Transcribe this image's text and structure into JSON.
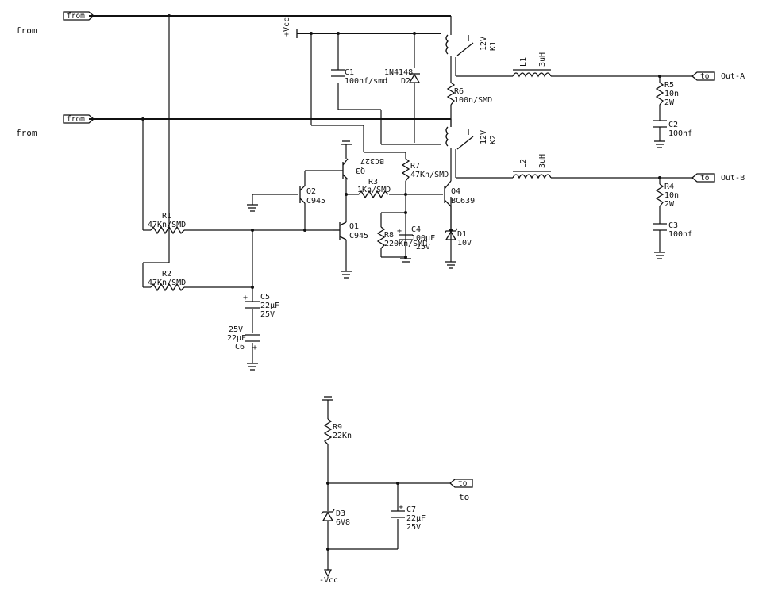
{
  "side_labels": {
    "from_a": "from",
    "from_b": "from",
    "to_bottom": "to"
  },
  "flags": {
    "from_1": "from",
    "from_2": "from",
    "to_a": "to",
    "to_b": "to",
    "to_c": "to"
  },
  "rails": {
    "vcc": "+Vcc",
    "neg_vcc": "-Vcc"
  },
  "outputs": {
    "a": "Out-A",
    "b": "Out-B"
  },
  "components": {
    "k1": {
      "ref": "K1",
      "value": "12V"
    },
    "k2": {
      "ref": "K2",
      "value": "12V"
    },
    "l1": {
      "ref": "L1",
      "value": "3uH"
    },
    "l2": {
      "ref": "L2",
      "value": "3uH"
    },
    "r1": {
      "ref": "R1",
      "value": "47Kn/SMD"
    },
    "r2": {
      "ref": "R2",
      "value": "47Kn/SMD"
    },
    "r3": {
      "ref": "R3",
      "value": "1Kn/SMD"
    },
    "r4": {
      "ref": "R4",
      "value": "10n",
      "power": "2W"
    },
    "r5": {
      "ref": "R5",
      "value": "10n",
      "power": "2W"
    },
    "r6": {
      "ref": "R6",
      "value": "100n/SMD"
    },
    "r7": {
      "ref": "R7",
      "value": "47Kn/SMD"
    },
    "r8": {
      "ref": "R8",
      "value": "220Kn/SMD"
    },
    "r9": {
      "ref": "R9",
      "value": "22Kn"
    },
    "c1": {
      "ref": "C1",
      "value": "100nf/smd"
    },
    "c2": {
      "ref": "C2",
      "value": "100nf"
    },
    "c3": {
      "ref": "C3",
      "value": "100nf"
    },
    "c4": {
      "ref": "C4",
      "value": "100µF",
      "voltage": "25V"
    },
    "c5": {
      "ref": "C5",
      "value": "22µF",
      "voltage": "25V"
    },
    "c6": {
      "ref": "C6",
      "value": "22µF",
      "voltage": "25V"
    },
    "c7": {
      "ref": "C7",
      "value": "22µF",
      "voltage": "25V"
    },
    "d1": {
      "ref": "D1",
      "value": "10V"
    },
    "d2": {
      "ref": "D2",
      "value": "1N4148"
    },
    "d3": {
      "ref": "D3",
      "value": "6V8"
    },
    "q1": {
      "ref": "Q1",
      "value": "C945"
    },
    "q2": {
      "ref": "Q2",
      "value": "C945"
    },
    "q3": {
      "ref": "Q3",
      "value": "BC327"
    },
    "q4": {
      "ref": "Q4",
      "value": "BC639"
    }
  }
}
